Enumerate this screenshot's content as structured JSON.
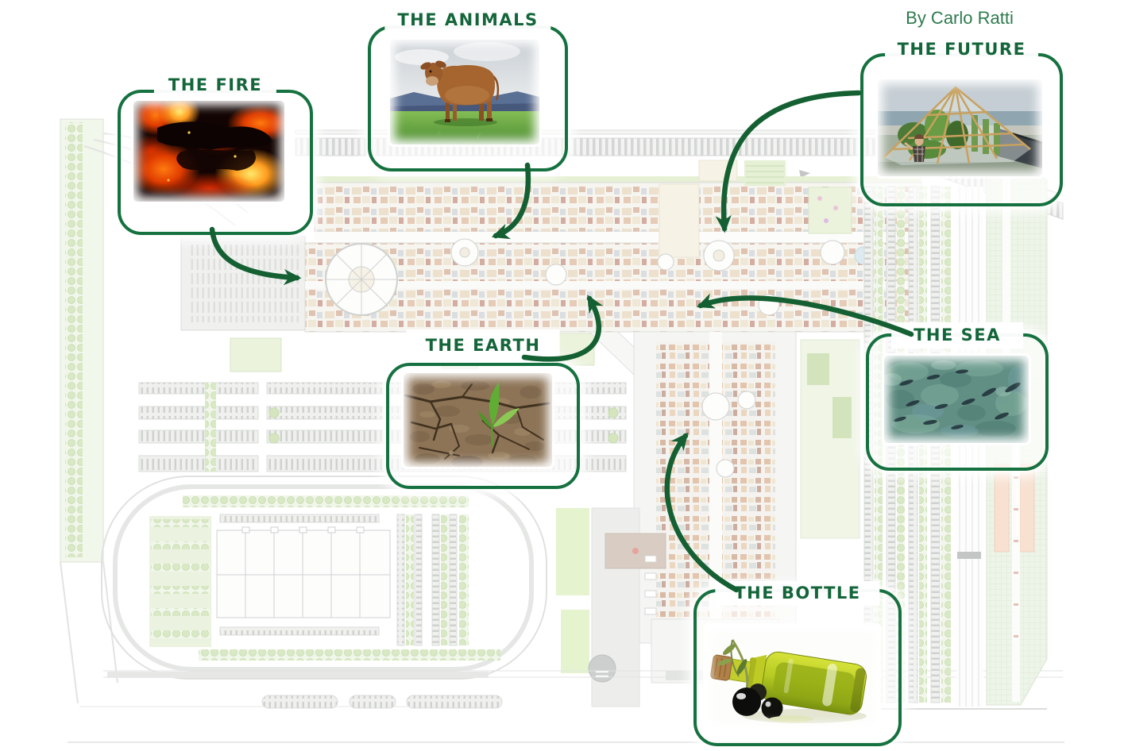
{
  "attribution": "By Carlo Ratti",
  "colors": {
    "accent_green": "#15713f",
    "label_green": "#14663a",
    "arrow_green": "#146032",
    "attribution_green": "#2e7b4e"
  },
  "map": {
    "name": "expo-site-masterplan",
    "description": "Faded architectural masterplan with central pavilion axis, circular plazas, parking ovals and tree-lined roads"
  },
  "callouts": [
    {
      "id": "fire",
      "label": "THE FIRE",
      "image": "burning-embers-photo"
    },
    {
      "id": "animals",
      "label": "THE ANIMALS",
      "image": "cow-in-pasture-photo"
    },
    {
      "id": "future",
      "label": "THE FUTURE",
      "image": "wooden-dome-greenhouse-photo"
    },
    {
      "id": "earth",
      "label": "THE EARTH",
      "image": "cracked-soil-sprout-photo"
    },
    {
      "id": "sea",
      "label": "THE SEA",
      "image": "fish-underwater-photo"
    },
    {
      "id": "bottle",
      "label": "THE BOTTLE",
      "image": "olive-oil-bottle-photo"
    }
  ]
}
